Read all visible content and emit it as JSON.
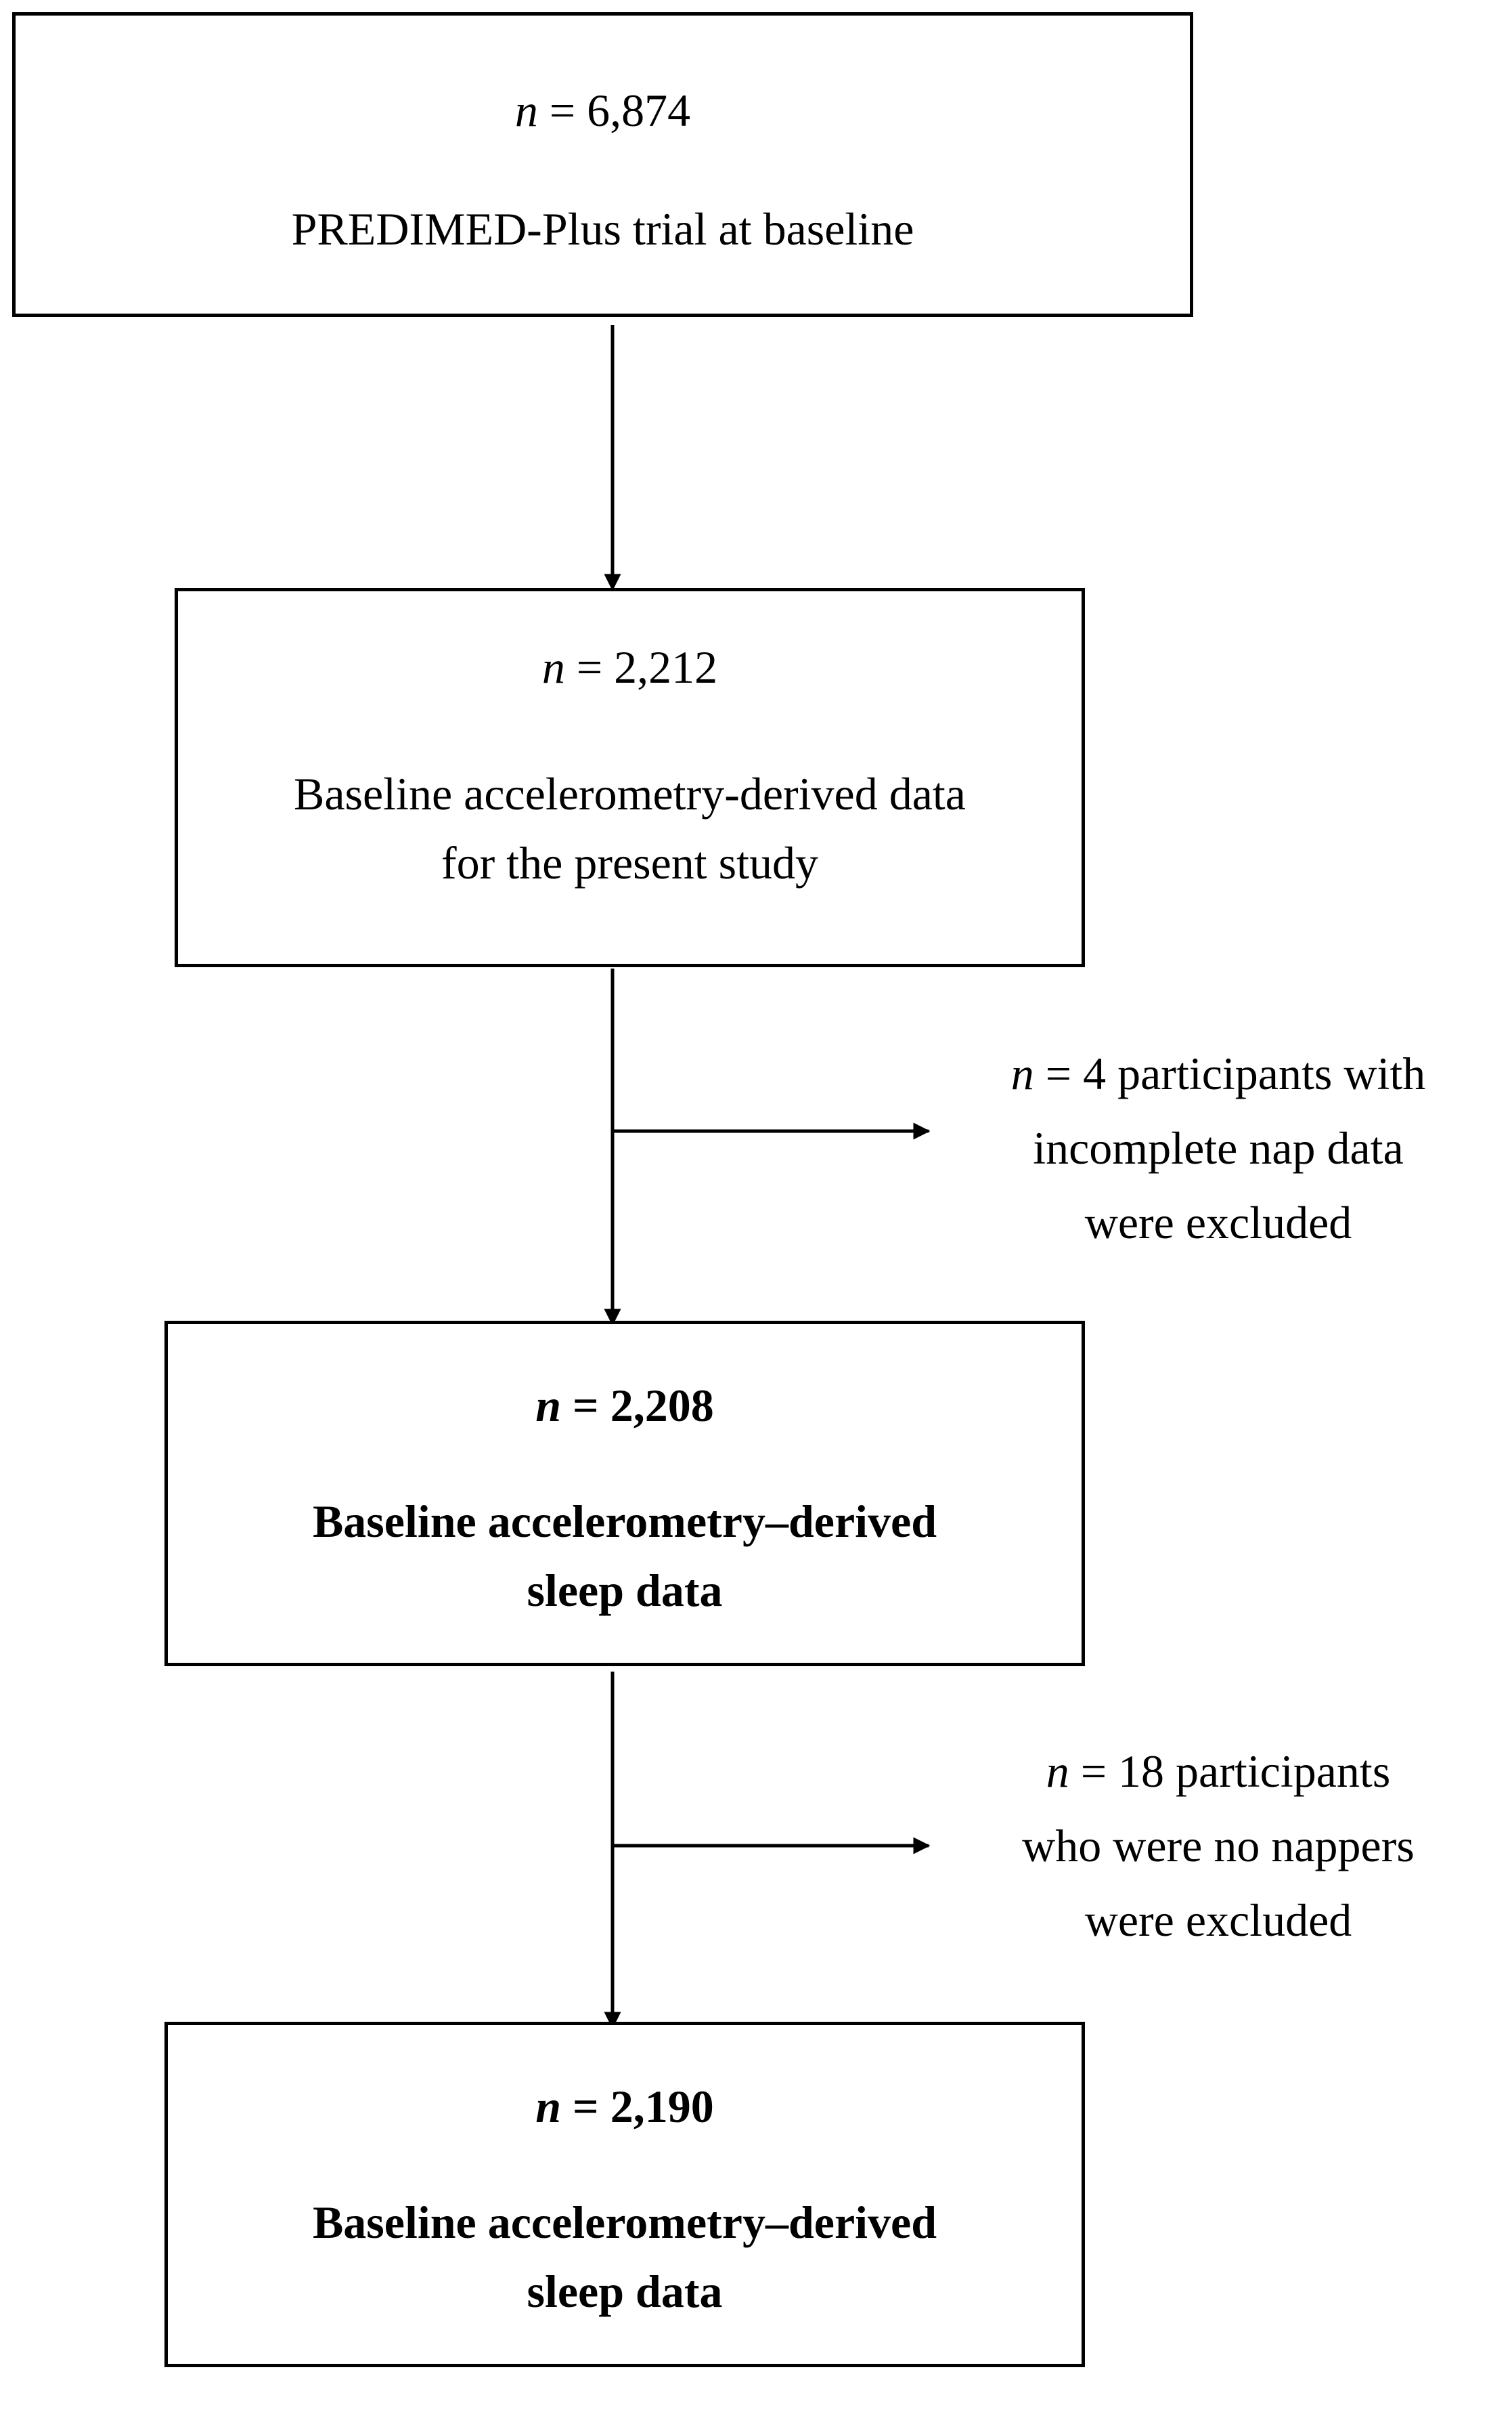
{
  "boxes": [
    {
      "count_prefix": "n",
      "count_value": "= 6,874",
      "description_lines": [
        "PREDIMED-Plus trial at baseline"
      ]
    },
    {
      "count_prefix": "n",
      "count_value": "= 2,212",
      "description_lines": [
        "Baseline accelerometry-derived data",
        "for the present study"
      ]
    },
    {
      "count_prefix": "n",
      "count_value": "= 2,208",
      "description_lines": [
        "Baseline accelerometry–derived",
        "sleep data"
      ]
    },
    {
      "count_prefix": "n",
      "count_value": "= 2,190",
      "description_lines": [
        "Baseline accelerometry–derived",
        "sleep data"
      ]
    }
  ],
  "exclusions": [
    {
      "count_prefix": "n",
      "lines": [
        "= 4 participants with",
        "incomplete nap data",
        "were excluded"
      ]
    },
    {
      "count_prefix": "n",
      "lines": [
        "= 18 participants",
        "who were no nappers",
        "were excluded"
      ]
    }
  ]
}
